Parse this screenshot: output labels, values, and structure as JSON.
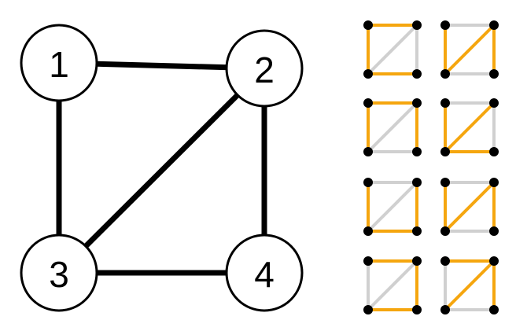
{
  "graph": {
    "nodes": [
      {
        "id": "1",
        "label": "1"
      },
      {
        "id": "2",
        "label": "2"
      },
      {
        "id": "3",
        "label": "3"
      },
      {
        "id": "4",
        "label": "4"
      }
    ],
    "edges": [
      [
        "1",
        "2"
      ],
      [
        "1",
        "3"
      ],
      [
        "2",
        "3"
      ],
      [
        "2",
        "4"
      ],
      [
        "3",
        "4"
      ]
    ]
  },
  "spanning_trees": [
    [
      "1-2",
      "1-3",
      "3-4"
    ],
    [
      "1-3",
      "2-3",
      "2-4"
    ],
    [
      "1-2",
      "1-3",
      "2-4"
    ],
    [
      "1-3",
      "2-3",
      "3-4"
    ],
    [
      "1-3",
      "2-4",
      "3-4"
    ],
    [
      "1-3",
      "2-3",
      "2-4"
    ],
    [
      "1-2",
      "2-4",
      "3-4"
    ],
    [
      "1-2",
      "2-3",
      "2-4"
    ]
  ],
  "colors": {
    "edge": "#000000",
    "node_stroke": "#000000",
    "node_fill": "#ffffff",
    "tree_edge_active": "#f5a60f",
    "tree_edge_inactive": "#d0d0d0",
    "tree_vertex": "#000000"
  }
}
